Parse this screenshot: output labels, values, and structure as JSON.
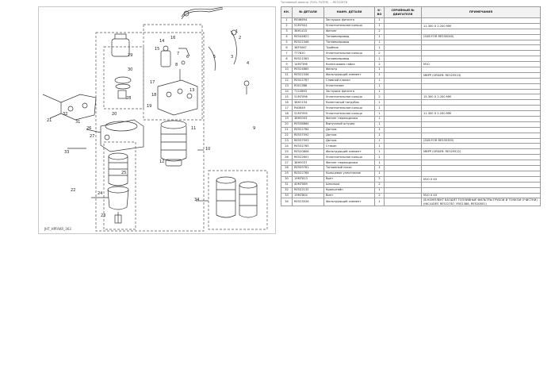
{
  "header_line": "Топливный фильтр (FUEL FILTER) ... RE522878",
  "diagram": {
    "caption": "JHT_HPFAKR_1K3",
    "callouts": [
      "1",
      "2",
      "3",
      "4",
      "5",
      "6",
      "7",
      "8",
      "9",
      "10",
      "11",
      "12",
      "13",
      "14",
      "15",
      "16",
      "17",
      "18",
      "19",
      "20",
      "21",
      "22",
      "23",
      "24",
      "25",
      "26",
      "27",
      "28",
      "29",
      "30",
      "31",
      "32",
      "33",
      "34"
    ]
  },
  "table": {
    "headers": [
      "КН.",
      "№ ДЕТАЛИ",
      "НАИМ. ДЕТАЛИ",
      "К-ВО",
      "СЕРИЙНЫЙ № ДВИГАТЕЛЯ",
      "ПРИМЕЧАНИЯ"
    ],
    "rows": [
      [
        "1",
        "RE46694",
        "Заглушка фитинга",
        "1",
        "",
        ""
      ],
      [
        "2",
        "51M7041",
        "Уплотнительное кольцо",
        "1",
        "",
        "11.300 X 2.200 MM"
      ],
      [
        "3",
        "38H1415",
        "Фитинг",
        "2",
        "",
        ""
      ],
      [
        "4",
        "RE544621",
        "Топливопровод",
        "1",
        "",
        "(SUB FOR RE530040)"
      ],
      [
        "5",
        "RE522346",
        "Топливопровод",
        "1",
        "",
        ""
      ],
      [
        "6",
        "38F5067",
        "Тройник",
        "1",
        "",
        ""
      ],
      [
        "7",
        "T77610",
        "Уплотнительное кольцо",
        "2",
        "",
        ""
      ],
      [
        "8",
        "RE521583",
        "Топливопровод",
        "1",
        "",
        ""
      ],
      [
        "9",
        "14M7396",
        "Колпачковая гайка",
        "2",
        "",
        "M10"
      ],
      [
        "10",
        "RE524865",
        "Фильтр",
        "1",
        "",
        ""
      ],
      [
        "11",
        "RE522336",
        "Фильтрующий элемент",
        "1",
        "",
        "MBPP (ORDER: RE525523)"
      ],
      [
        "12",
        "RE522787",
        "Сливной клапан",
        "1",
        "",
        ""
      ],
      [
        "13",
        "R501388",
        "Уплотнение",
        "1",
        "",
        ""
      ],
      [
        "14",
        "T122863",
        "Заглушка фитинга",
        "1",
        "",
        ""
      ],
      [
        "15",
        "51M7096",
        "Уплотнительное кольцо",
        "2",
        "",
        "15.300 X 2.200 MM"
      ],
      [
        "16",
        "38H1154",
        "Коленчатый патрубок",
        "1",
        "",
        ""
      ],
      [
        "17",
        "R63649",
        "Уплотнительное кольцо",
        "1",
        "",
        ""
      ],
      [
        "18",
        "51M7095",
        "Уплотнительное кольцо",
        "1",
        "",
        "11.300 X 2.200 MM"
      ],
      [
        "19",
        "38H5003",
        "Фитинг переходника",
        "1",
        "",
        ""
      ],
      [
        "20",
        "RE538864",
        "Выпускной штуцер",
        "1",
        "",
        ""
      ],
      [
        "21",
        "RE522784",
        "Датчик",
        "1",
        "",
        ""
      ],
      [
        "22",
        "RE537592",
        "Датчик",
        "1",
        "",
        ""
      ],
      [
        "23",
        "RE537593",
        "Датчик",
        "1",
        "",
        "(SUB FOR RE535355)"
      ],
      [
        "24",
        "RE532785",
        "Стакан",
        "1",
        "",
        ""
      ],
      [
        "25",
        "RE520806",
        "Фильтрующий элемент",
        "1",
        "",
        "MBPP (ORDER: RE529522)"
      ],
      [
        "26",
        "RE522601",
        "Уплотнительное кольцо",
        "1",
        "",
        ""
      ],
      [
        "27",
        "38H5037",
        "Фитинг переходника",
        "1",
        "",
        ""
      ],
      [
        "28",
        "RE509761",
        "Топливный насос",
        "1",
        "",
        ""
      ],
      [
        "29",
        "RE522784",
        "Кольцевое уплотнение",
        "1",
        "",
        ""
      ],
      [
        "30",
        "19M7813",
        "Винт",
        "2",
        "",
        "M10 X 40"
      ],
      [
        "31",
        "40M7089",
        "Шпилька",
        "2",
        "",
        ""
      ],
      [
        "32",
        "RE522132",
        "Кронштейн",
        "1",
        "",
        ""
      ],
      [
        "33",
        "19M7804",
        "Винт",
        "2",
        "",
        "M10 X 40"
      ],
      [
        "34",
        "RE523534",
        "Фильтрующий элемент",
        "1",
        "",
        "(В КОМПЛЕКТ ВХОДЯТ ТОПЛИВНЫЕ ФИЛЬТРЫ ГРУБОЙ И ТОНКОЙ ОЧИСТКИ) (INCLUDES RE522787, R501388, RE520801)"
      ]
    ]
  }
}
